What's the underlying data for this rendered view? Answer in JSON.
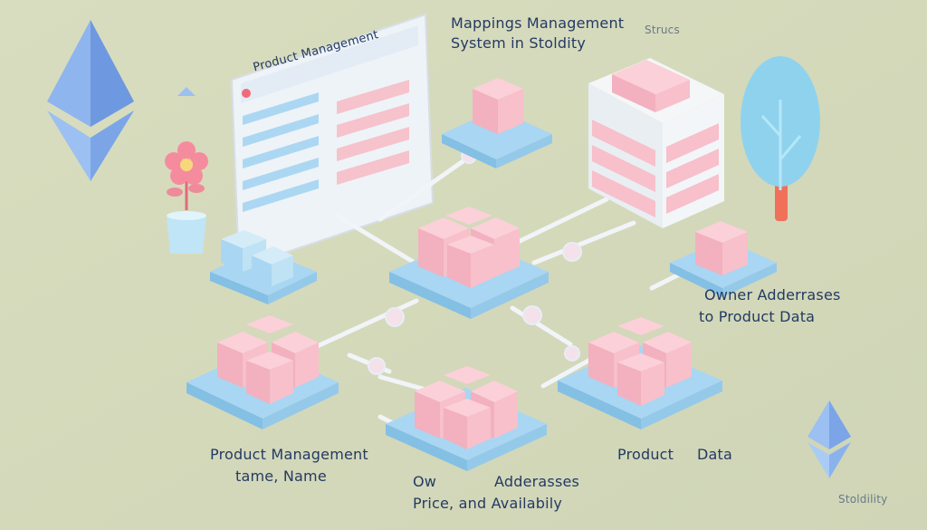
{
  "title": {
    "line1": "Mappings Management",
    "line2": "System in Stoldity",
    "tag": "Strucs"
  },
  "panel": {
    "title": "Product Management"
  },
  "labels": {
    "owner_line1": "Owner Adderrases",
    "owner_line2": "to Product Data",
    "product_mgmt_line1": "Product Management",
    "product_mgmt_line2": "tame, Name",
    "ow": "Ow",
    "adderasses": "Adderasses",
    "price_availability": "Price, and Availabily",
    "product": "Product",
    "data": "Data",
    "stoldility": "Stoldility"
  },
  "colors": {
    "background": "#d5dabd",
    "platform": "#a9d6f2",
    "cube": "#f6b7c2",
    "ethereum": "#7fa9e8",
    "text": "#243a63",
    "tree": "#8fd2ee",
    "trunk": "#f0705a"
  },
  "icons": [
    "ethereum-icon",
    "flower-icon",
    "tree-icon"
  ]
}
